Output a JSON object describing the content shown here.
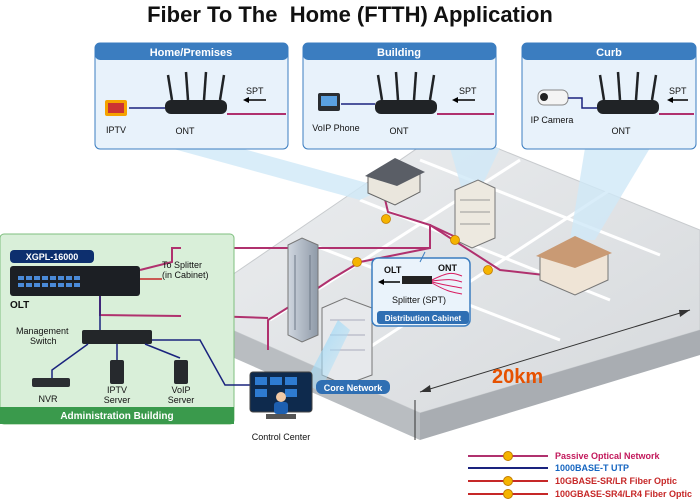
{
  "title": "Fiber To The  Home (FTTH) Application",
  "panels": {
    "home": {
      "title": "Home/Premises",
      "device": "IPTV",
      "ont": "ONT",
      "spt": "SPT"
    },
    "building": {
      "title": "Building",
      "device": "VoIP Phone",
      "ont": "ONT",
      "spt": "SPT"
    },
    "curb": {
      "title": "Curb",
      "device": "IP Camera",
      "ont": "ONT",
      "spt": "SPT"
    }
  },
  "admin": {
    "olt_model": "XGPL-16000",
    "olt_label": "OLT",
    "splitter_note_1": "To Splitter",
    "splitter_note_2": "(in Cabinet)",
    "mgmt_1": "Management",
    "mgmt_2": "Switch",
    "nvr": "NVR",
    "iptv_1": "IPTV",
    "iptv_2": "Server",
    "voip_1": "VoIP",
    "voip_2": "Server",
    "footer": "Administration Building"
  },
  "cabinet": {
    "olt": "OLT",
    "ont": "ONT",
    "splitter": "Splitter (SPT)",
    "label": "Distribution Cabinet"
  },
  "core_network": "Core Network",
  "control_center": "Control Center",
  "distance": "20km",
  "legend": [
    {
      "label": "Passive Optical Network",
      "color": "#c2185b",
      "line": "#b0316e"
    },
    {
      "label": "1000BASE-T UTP",
      "color": "#1565c0",
      "line": "#1a237e"
    },
    {
      "label": "10GBASE-SR/LR Fiber Optic",
      "color": "#c62828",
      "line": "#c62828"
    },
    {
      "label": "100GBASE-SR4/LR4 Fiber Optic",
      "color": "#c62828",
      "line": "#c62828"
    }
  ],
  "colors": {
    "panel_header": "#3b7dc0",
    "panel_bg": "#e8f2fb",
    "admin_bg": "#d9efd9",
    "admin_footer": "#3a9a4c",
    "pon": "#b0316e",
    "utp": "#1a237e",
    "accent_orange": "#e65100"
  }
}
